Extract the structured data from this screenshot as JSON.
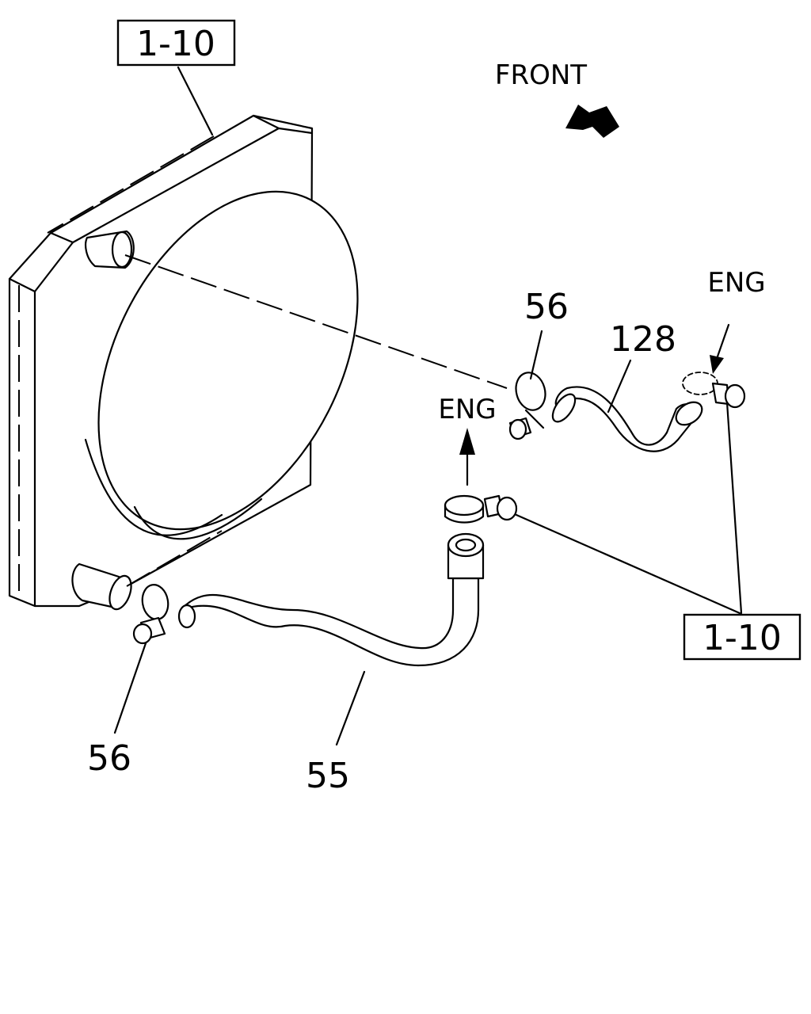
{
  "refs": {
    "top": "1-10",
    "bottom": "1-10"
  },
  "direction": "FRONT",
  "eng_labels": {
    "upper": "ENG",
    "lower": "ENG"
  },
  "part_numbers": {
    "clamp_upper": "56",
    "upper_hose": "128",
    "clamp_lower": "56",
    "lower_hose": "55"
  }
}
